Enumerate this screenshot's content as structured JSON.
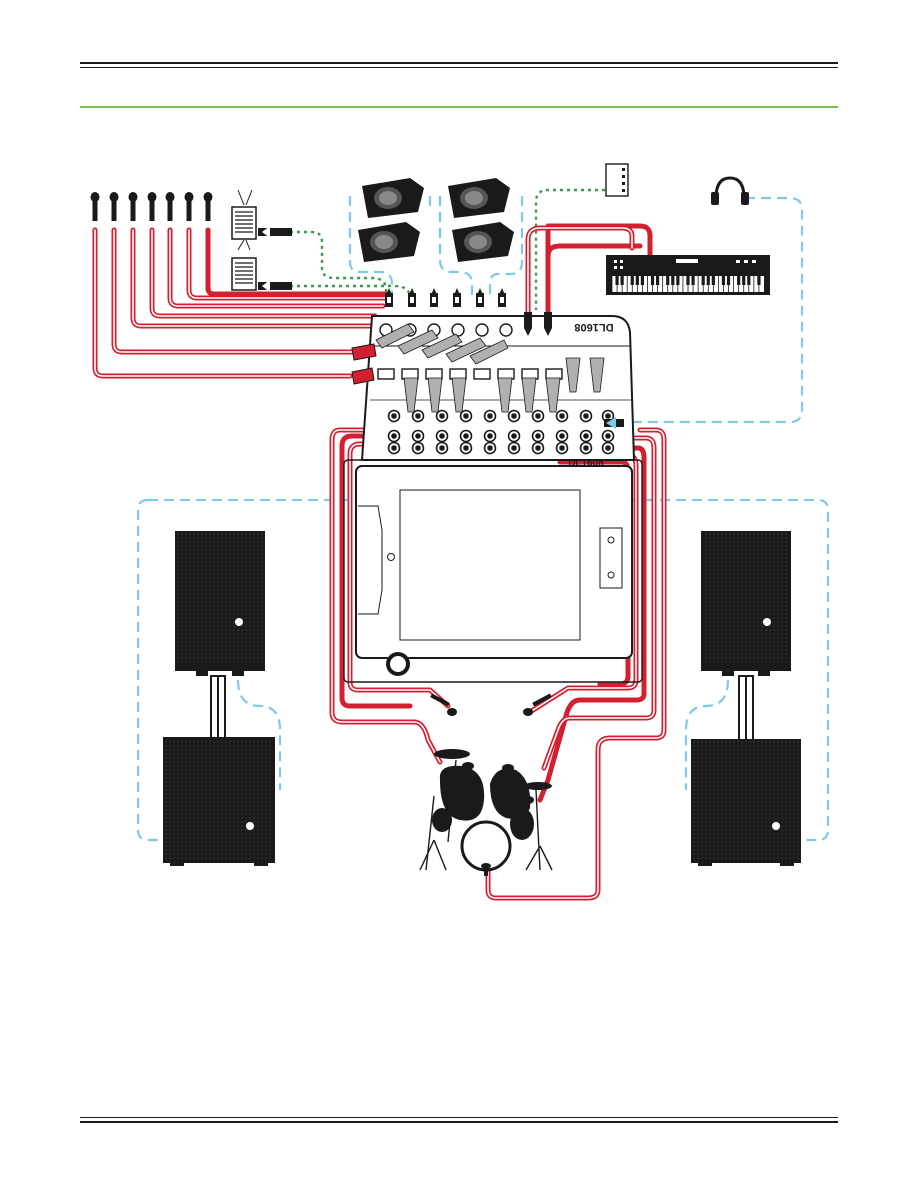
{
  "mixer": {
    "name_front": "DL1608",
    "name_top": "DL1608"
  },
  "colors": {
    "cable_analog": "#d32030",
    "cable_wireless": "#7fc8e8",
    "cable_midi": "#3a9a48",
    "header_green": "#77c047",
    "ink": "#1a1a1a"
  },
  "devices": {
    "microphones": 7,
    "di_boxes": 2,
    "stage_monitors": 4,
    "main_speakers": 2,
    "subwoofers": 2,
    "drum_mics": 7
  },
  "icons": [
    "microphone-icon",
    "di-box-icon",
    "monitor-wedge-icon",
    "keyboard-icon",
    "headphones-icon",
    "tablet-icon",
    "speaker-icon",
    "subwoofer-icon",
    "drum-kit-icon"
  ]
}
